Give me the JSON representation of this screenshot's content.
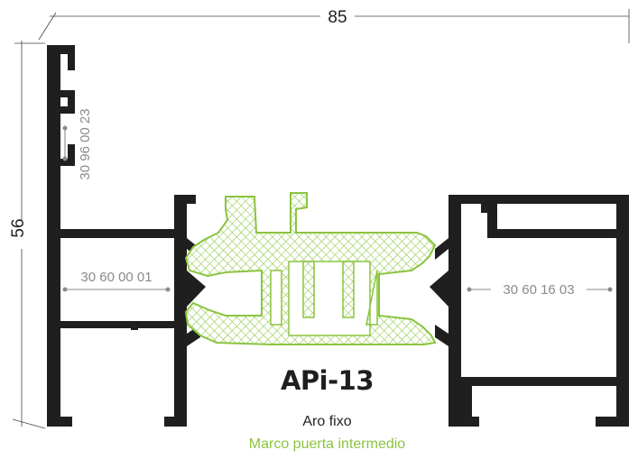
{
  "dimensions": {
    "width_label": "85",
    "height_label": "56"
  },
  "codes": {
    "top_left": "30 96 00 23",
    "left": "30 60 00 01",
    "right": "30 60 16 03"
  },
  "product": {
    "name": "APi-13",
    "description": "Aro fixo",
    "subdescription": "Marco puerta intermedio"
  },
  "colors": {
    "profile": "#1f1f1f",
    "gasket": "#8bc43f",
    "code_text": "#8a8a8a"
  }
}
